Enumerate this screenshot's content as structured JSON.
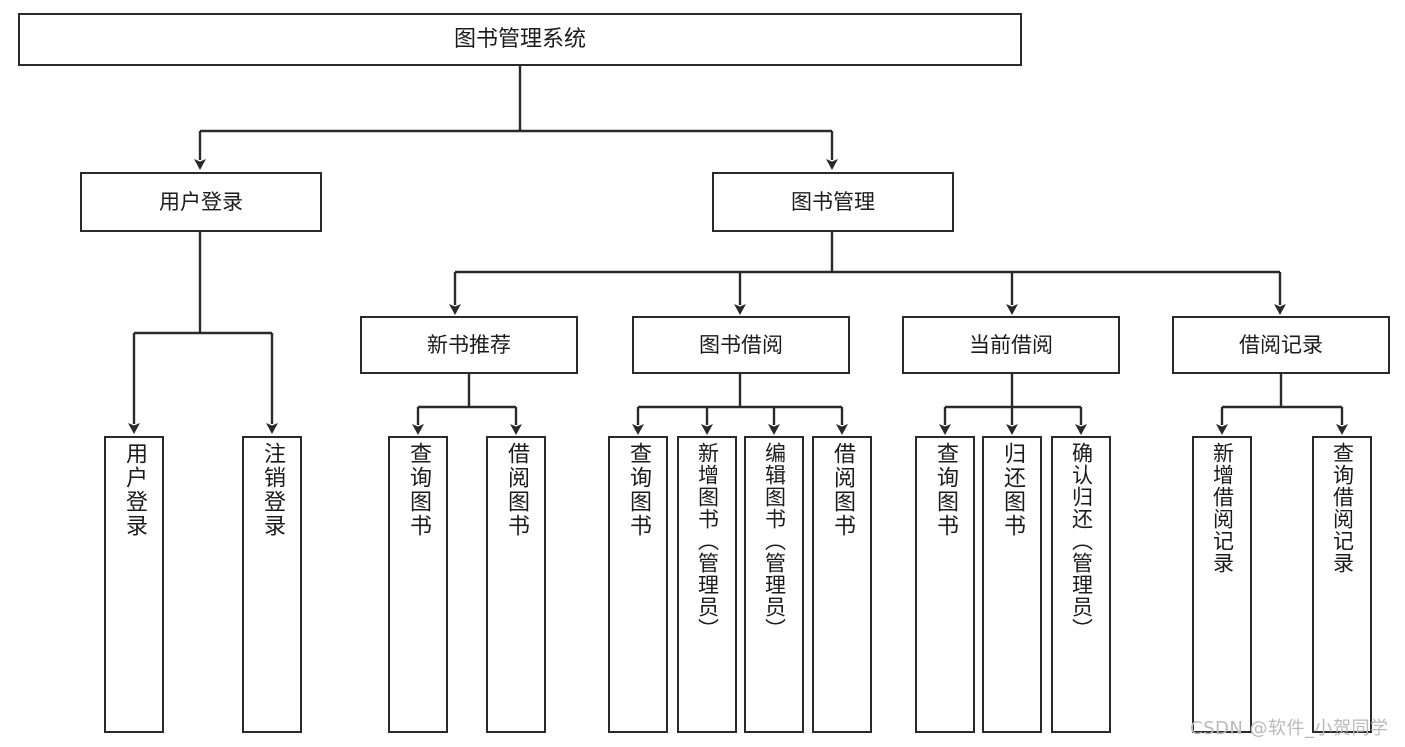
{
  "diagram": {
    "type": "tree-hierarchy",
    "title": "图书管理系统",
    "watermark": "CSDN @软件_小贺同学",
    "colors": {
      "box_border": "#2a2a2a",
      "box_fill": "#ffffff",
      "edge": "#2a2a2a",
      "text": "#1b1b1b",
      "watermark": "#b9b9b9"
    },
    "nodes": {
      "root": {
        "label": "图书管理系统"
      },
      "level1": [
        {
          "id": "user-login",
          "label": "用户登录"
        },
        {
          "id": "book-management",
          "label": "图书管理"
        }
      ],
      "level2": [
        {
          "id": "new-book-recommend",
          "label": "新书推荐"
        },
        {
          "id": "book-borrow",
          "label": "图书借阅"
        },
        {
          "id": "current-borrow",
          "label": "当前借阅"
        },
        {
          "id": "borrow-record",
          "label": "借阅记录"
        }
      ],
      "leaves": {
        "user-login": [
          {
            "id": "leaf-user-login",
            "label": "用户登录"
          },
          {
            "id": "leaf-logout-login",
            "label": "注销登录"
          }
        ],
        "new-book-recommend": [
          {
            "id": "leaf-query-book-1",
            "label": "查询图书"
          },
          {
            "id": "leaf-borrow-book-1",
            "label": "借阅图书"
          }
        ],
        "book-borrow": [
          {
            "id": "leaf-query-book-2",
            "label": "查询图书"
          },
          {
            "id": "leaf-add-book",
            "label": "新增图书（管理员）"
          },
          {
            "id": "leaf-edit-book",
            "label": "编辑图书（管理员）"
          },
          {
            "id": "leaf-borrow-book-2",
            "label": "借阅图书"
          }
        ],
        "current-borrow": [
          {
            "id": "leaf-query-book-3",
            "label": "查询图书"
          },
          {
            "id": "leaf-return-book",
            "label": "归还图书"
          },
          {
            "id": "leaf-confirm-return",
            "label": "确认归还（管理员）"
          }
        ],
        "borrow-record": [
          {
            "id": "leaf-add-record",
            "label": "新增借阅记录"
          },
          {
            "id": "leaf-query-record",
            "label": "查询借阅记录"
          }
        ]
      }
    }
  }
}
